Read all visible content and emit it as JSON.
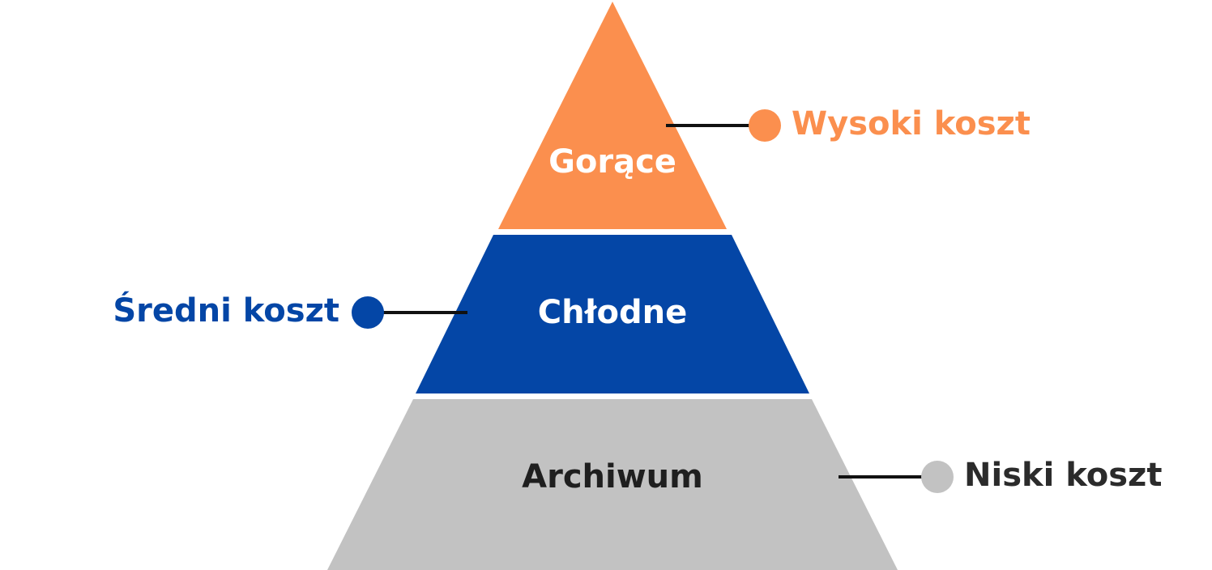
{
  "tiers": [
    {
      "label": "Gorące",
      "color": "#FB8F4E",
      "text_color": "#FFFFFF",
      "cost_label": "Wysoki koszt",
      "cost_color": "#FB8F4E"
    },
    {
      "label": "Chłodne",
      "color": "#0446A6",
      "text_color": "#FFFFFF",
      "cost_label": "Średni koszt",
      "cost_color": "#0446A6"
    },
    {
      "label": "Archiwum",
      "color": "#C2C2C2",
      "text_color": "#1F1F1F",
      "cost_label": "Niski koszt",
      "cost_color": "#2B2B2B",
      "cost_dot_color": "#C2C2C2"
    }
  ],
  "colors": {
    "connector": "#111111",
    "background": "#FFFFFF"
  }
}
